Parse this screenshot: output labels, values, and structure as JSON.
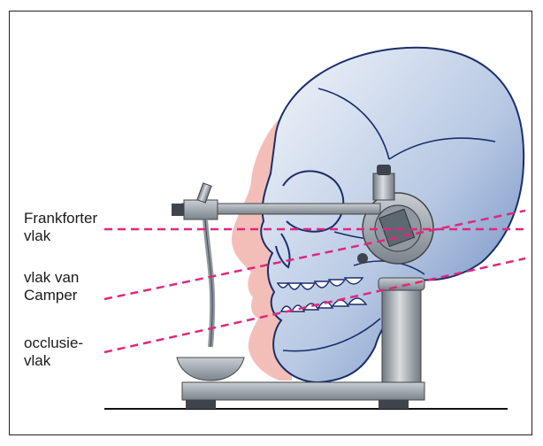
{
  "labels": {
    "frankfort": [
      "Frankforter",
      "vlak"
    ],
    "camper": [
      "vlak van",
      "Camper"
    ],
    "occlusal": [
      "occlusie-",
      "vlak"
    ]
  },
  "colors": {
    "plane_line": "#e0277e",
    "skull_fill_light": "#e9eff8",
    "skull_fill_dark": "#6e8dc0",
    "soft_tissue": "#f3b7b0",
    "metal": "#8f98a1",
    "outline": "#1a2f6b"
  },
  "icons": [
    "skull-illustration",
    "articulator-illustration",
    "ear-rod-icon",
    "bite-fork-icon"
  ]
}
